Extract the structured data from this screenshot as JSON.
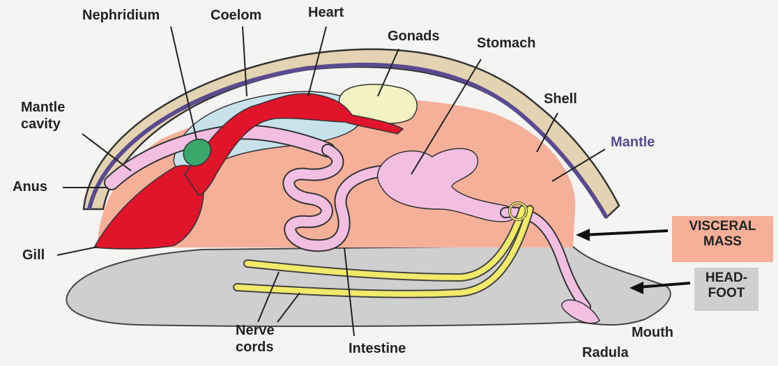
{
  "labels": {
    "nephridium": "Nephridium",
    "coelom": "Coelom",
    "heart": "Heart",
    "gonads": "Gonads",
    "stomach": "Stomach",
    "mantle_cavity": "Mantle\ncavity",
    "shell": "Shell",
    "mantle": "Mantle",
    "anus": "Anus",
    "gill": "Gill",
    "nerve_cords": "Nerve\ncords",
    "intestine": "Intestine",
    "mouth": "Mouth",
    "radula": "Radula"
  },
  "regions": {
    "visceral_mass": "VISCERAL\nMASS",
    "head_foot": "HEAD-\nFOOT"
  },
  "colors": {
    "shell": "#e3d3b3",
    "mantle": "#5a4a8e",
    "visceral_mass": "#f5b09a",
    "head_foot": "#cfcfcf",
    "heart": "#e0142b",
    "coelom": "#c8e2ec",
    "gonads": "#f2f2c2",
    "digestive": "#f2bfe2",
    "nephridium": "#3aa86a",
    "nerve_cords": "#f2ea6a"
  }
}
